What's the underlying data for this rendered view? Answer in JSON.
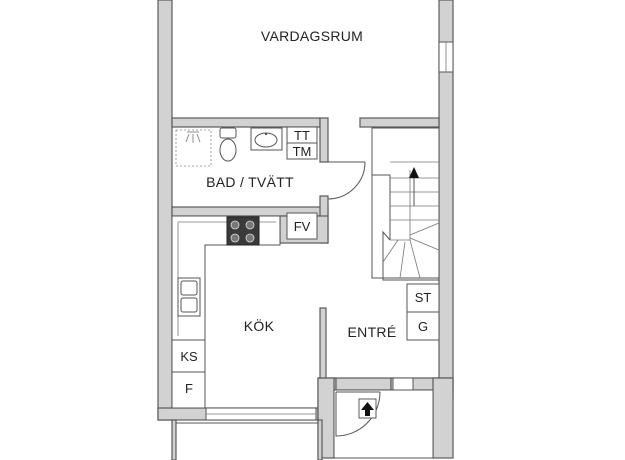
{
  "rooms": {
    "vardagsrum": "VARDAGSRUM",
    "bad_tvatt": "BAD / TVÄTT",
    "kok": "KÖK",
    "entre": "ENTRÉ"
  },
  "fixtures": {
    "tt": "TT",
    "tm": "TM",
    "fv": "FV",
    "st": "ST",
    "g": "G",
    "ks": "KS",
    "f": "F"
  },
  "colors": {
    "wall_fill": "#d2d2d2",
    "wall_stroke": "#5a5a5a",
    "background": "#ffffff"
  },
  "icons": {
    "entrance": "up-arrow-icon",
    "stairs_direction": "triangle-up-icon"
  }
}
